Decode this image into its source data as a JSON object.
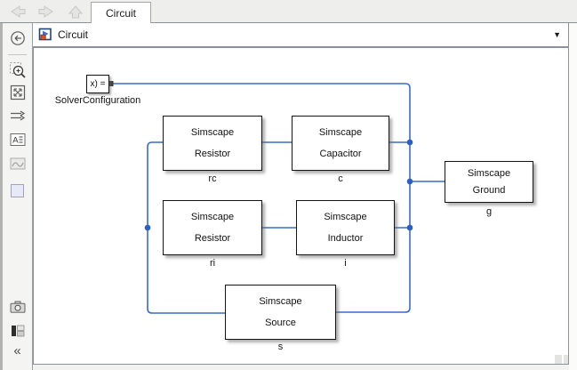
{
  "tabbar": {
    "tab_label": "Circuit",
    "nav_icons": [
      "back-arrow",
      "forward-arrow",
      "up-arrow"
    ]
  },
  "breadcrumb": {
    "title": "Circuit",
    "model_icon": "simulink-model-icon",
    "dropdown_glyph": "▼"
  },
  "sidebar": {
    "icons": [
      "back-circle",
      "zoom-in",
      "fit-to-view",
      "route-arrows",
      "annotation",
      "image",
      "area",
      "camera",
      "model-browser",
      "collapse"
    ],
    "annotation_letter": "A",
    "collapse_glyph": "«"
  },
  "canvas": {
    "wire_color": "#3a6cc9",
    "wire_dot_color": "#2c5ec4",
    "blocks": [
      {
        "name": "SolverConfiguration",
        "text": "x) =",
        "label": "SolverConfiguration"
      },
      {
        "name": "rc",
        "line1": "Simscape",
        "line2": "Resistor",
        "label": "rc"
      },
      {
        "name": "c",
        "line1": "Simscape",
        "line2": "Capacitor",
        "label": "c"
      },
      {
        "name": "ri",
        "line1": "Simscape",
        "line2": "Resistor",
        "label": "ri"
      },
      {
        "name": "i",
        "line1": "Simscape",
        "line2": "Inductor",
        "label": "i"
      },
      {
        "name": "g",
        "line1": "Simscape",
        "line2": "Ground",
        "label": "g"
      },
      {
        "name": "s",
        "line1": "Simscape",
        "line2": "Source",
        "label": "s"
      }
    ]
  }
}
